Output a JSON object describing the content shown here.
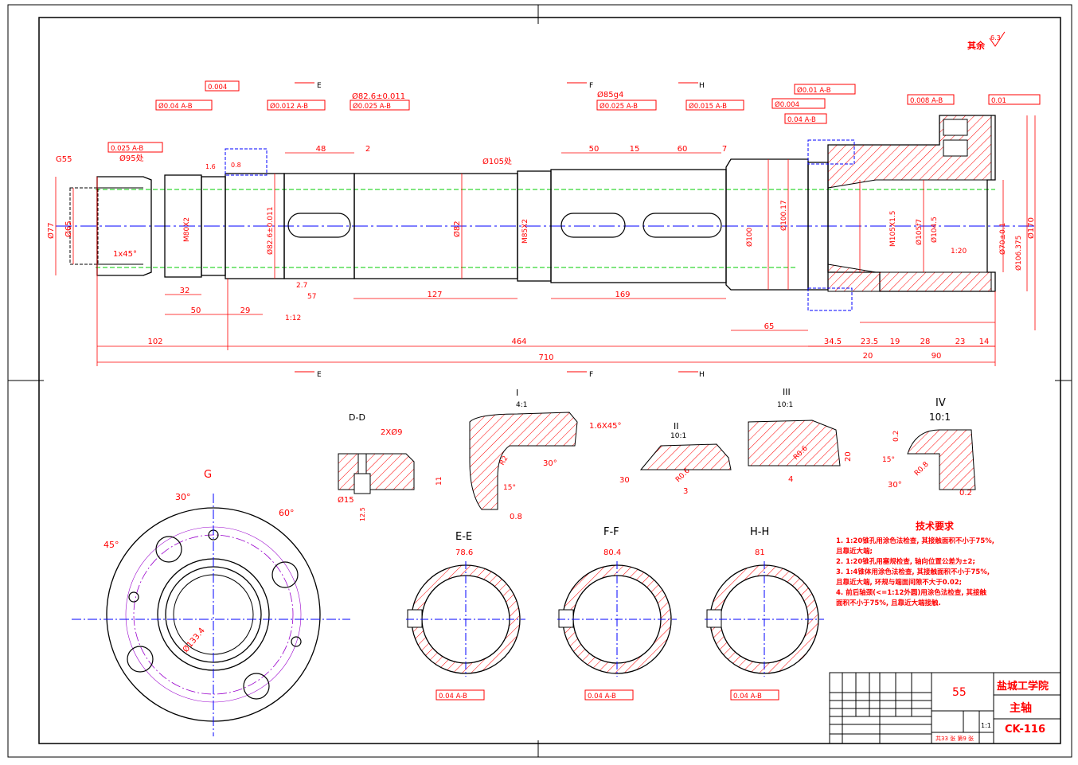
{
  "drawing": {
    "other_roughness": "其余",
    "roughness_value": "6.3",
    "section_labels": [
      "E",
      "F",
      "H"
    ],
    "view_g_label": "G",
    "detail_labels": {
      "I": {
        "name": "I",
        "scale": "4:1"
      },
      "II": {
        "name": "II",
        "scale": "10:1"
      },
      "III": {
        "name": "III",
        "scale": "10:1"
      },
      "IV": {
        "name": "IV",
        "scale": "10:1"
      }
    },
    "section_views": {
      "dd": "D-D",
      "ee": "E-E",
      "ff": "F-F",
      "hh": "H-H"
    },
    "dimensions_top": [
      "102",
      "464",
      "710",
      "32",
      "50",
      "29",
      "127",
      "169",
      "65",
      "34.5",
      "23.5",
      "19",
      "28",
      "23",
      "14",
      "20",
      "90",
      "48",
      "2",
      "50",
      "15",
      "60",
      "7"
    ],
    "diameters": [
      "Ø77",
      "Ø65",
      "Ø82.6±0.011",
      "Ø82",
      "Ø100",
      "Ø100.17",
      "Ø170",
      "Ø106.375",
      "Ø70±0.1",
      "Ø104.5",
      "Ø105f7",
      "M105X1.5",
      "M80X2",
      "M85X2"
    ],
    "tolerance_boxes": [
      "0.004",
      "Ø0.04 A-B",
      "Ø0.012 A-B",
      "Ø0.025 A-B",
      "0.025 A-B",
      "Ø0.015 A-B",
      "Ø0.025 A-B",
      "Ø0.01 A-B",
      "Ø0.004",
      "0.04 A-B",
      "0.008 A-B",
      "0.01"
    ],
    "notes": [
      "G55",
      "Ø95处",
      "Ø105处",
      "Ø85g4",
      "Ø82.6±0.011",
      "1x45°",
      "1:12",
      "1:20",
      "2.7",
      "57",
      "0.8",
      "1.6"
    ],
    "detail_dims": [
      "1.6X45°",
      "R2",
      "30°",
      "15°",
      "0.8",
      "R0.6",
      "3",
      "30",
      "R0.6",
      "4",
      "20",
      "0.2",
      "15°",
      "30°",
      "R0.8",
      "0.2"
    ],
    "dd_dims": [
      "2XØ9",
      "Ø15",
      "11",
      "12.5"
    ],
    "flange_dims": [
      "30°",
      "60°",
      "45°",
      "Ø133.4"
    ],
    "section_widths": [
      "78.6",
      "80.4",
      "81"
    ],
    "section_tol": "0.04 A-B"
  },
  "tech_requirements": {
    "title": "技术要求",
    "items": [
      "1. 1:20锥孔用涂色法检查, 其接触面积不小于75%,",
      "    且靠近大端;",
      "2. 1:20锥孔用塞规检查, 轴向位置公差为±2;",
      "3. 1:4锥体用涂色法检查, 其接触面积不小于75%,",
      "    且靠近大端, 环规与端面间隙不大于0.02;",
      "4. 前后轴颈(<=1:12外圆)用涂色法检查, 其接触",
      "    面积不小于75%, 且靠近大端接触."
    ]
  },
  "title_block": {
    "material": "55",
    "school": "盐城工学院",
    "part_name": "主轴",
    "drawing_no": "CK-116",
    "scale": "1:1",
    "sheet_info": "共33 张 第9 张"
  },
  "colors": {
    "line": "#ff0000",
    "center": "#0000ff",
    "hatch": "#ff0000",
    "green": "#00cc00",
    "frame": "#000000",
    "detail_box": "#0000ff"
  }
}
